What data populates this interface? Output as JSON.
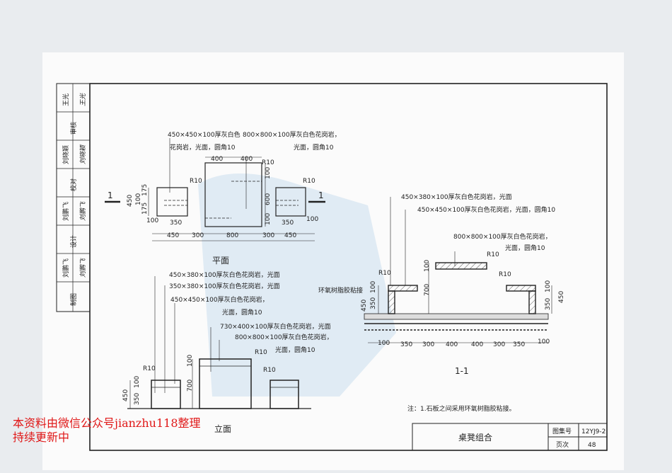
{
  "signature_strip": [
    {
      "role": "审核",
      "name": "王光"
    },
    {
      "role": "校对",
      "name": "刘晓颖"
    },
    {
      "role": "设计",
      "name": "刘鹏飞"
    },
    {
      "role": "制图",
      "name": "刘鹏飞"
    }
  ],
  "plan": {
    "title": "平面",
    "note_stool": [
      "450×450×100厚灰白色",
      "花岗岩，光面，圆角10"
    ],
    "note_table": [
      "800×800×100厚灰白色花岗岩，",
      "光面，圆角10"
    ],
    "section_mark": "1",
    "radius": "R10",
    "dims_top": [
      "400",
      "400"
    ],
    "dims_left": [
      "450",
      "175",
      "100",
      "175"
    ],
    "dims_table_right": [
      "100",
      "600",
      "100"
    ],
    "dims_bottom1": [
      "100",
      "350",
      "350",
      "100"
    ],
    "dims_bottom2": [
      "450",
      "300",
      "800",
      "300",
      "450"
    ]
  },
  "elevation": {
    "title": "立面",
    "notes": [
      "450×380×100厚灰白色花岗岩，光面",
      "350×380×100厚灰白色花岗岩，光面",
      "450×450×100厚灰白色花岗岩，",
      "光面，圆角10",
      "730×400×100厚灰白色花岗岩，光面",
      "800×800×100厚灰白色花岗岩，",
      "光面，圆角10"
    ],
    "dims": [
      "450",
      "100",
      "350",
      "100",
      "700"
    ],
    "radius": "R10"
  },
  "section": {
    "title": "1-1",
    "notes": [
      "450×380×100厚灰白色花岗岩，光面",
      "450×450×100厚灰白色花岗岩，光面，圆角10",
      "800×800×100厚灰白色花岗岩，",
      "光面，圆角10",
      "环氧树脂胶粘接"
    ],
    "radius": "R10",
    "dims_left": [
      "450",
      "100",
      "350",
      "100",
      "700"
    ],
    "dims_right": [
      "100",
      "350",
      "450"
    ],
    "dims_bottom": [
      "100",
      "350",
      "300",
      "400",
      "400",
      "300",
      "350",
      "100"
    ]
  },
  "note": "注：1.石板之间采用环氧树脂胶粘接。",
  "title_block": {
    "title": "桌凳组合",
    "atlas_label": "图集号",
    "atlas_no": "12YJ9-2",
    "page_label": "页次",
    "page_no": "48"
  },
  "watermark": [
    "本资料由微信公众号jianzhu118整理",
    "持续更新中"
  ]
}
